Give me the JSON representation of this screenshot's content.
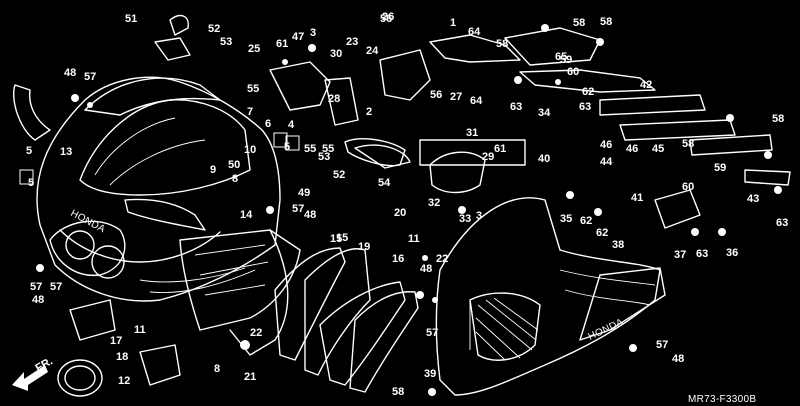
{
  "callouts": [
    "51",
    "52",
    "53",
    "47",
    "3",
    "61",
    "25",
    "26",
    "23",
    "24",
    "56",
    "1",
    "64",
    "58",
    "58",
    "58",
    "30",
    "4",
    "55",
    "7",
    "6",
    "28",
    "2",
    "65",
    "56",
    "27",
    "64",
    "8",
    "55",
    "60",
    "59",
    "62",
    "42",
    "63",
    "34",
    "63",
    "10",
    "9",
    "5",
    "5",
    "50",
    "48",
    "57",
    "13",
    "5",
    "49",
    "57",
    "48",
    "14",
    "44",
    "46",
    "46",
    "45",
    "40",
    "58",
    "59",
    "60",
    "41",
    "43",
    "63",
    "58",
    "31",
    "29",
    "61",
    "33",
    "32",
    "3",
    "35",
    "62",
    "62",
    "38",
    "37",
    "63",
    "36",
    "15",
    "19",
    "16",
    "11",
    "20",
    "22",
    "48",
    "57",
    "57",
    "17",
    "11",
    "18",
    "8",
    "22",
    "21",
    "12",
    "39",
    "58",
    "57",
    "48",
    "55",
    "53",
    "52",
    "54",
    "48",
    "57",
    "15"
  ],
  "arrow_label": "FR.",
  "diagram_code": "MR73-F3300B"
}
